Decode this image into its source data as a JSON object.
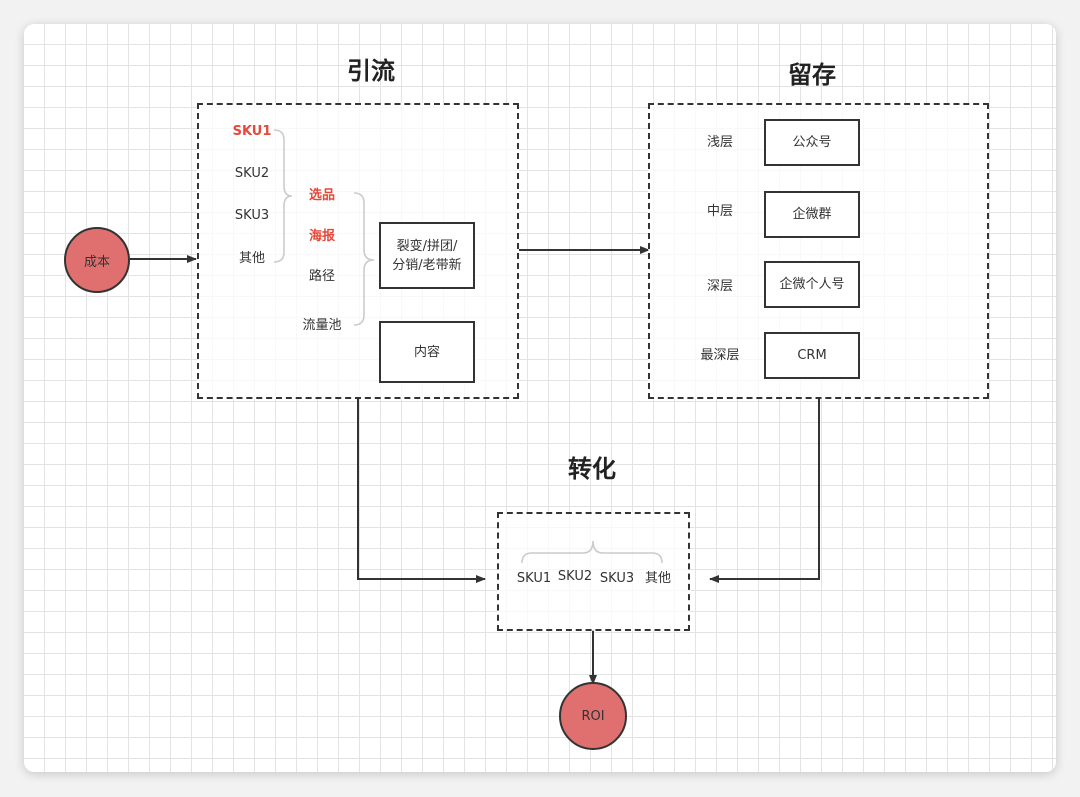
{
  "titles": {
    "yinliu": "引流",
    "liucun": "留存",
    "zhuanhua": "转化"
  },
  "nodes": {
    "cost": "成本",
    "roi": "ROI"
  },
  "yinliu": {
    "sku_list": [
      "SKU1",
      "SKU2",
      "SKU3",
      "其他"
    ],
    "mid_list": [
      "选品",
      "海报",
      "路径",
      "流量池"
    ],
    "box_fission_line1": "裂变/拼团/",
    "box_fission_line2": "分销/老带新",
    "box_content": "内容"
  },
  "liucun": {
    "levels": [
      {
        "label": "浅层",
        "channel": "公众号"
      },
      {
        "label": "中层",
        "channel": "企微群"
      },
      {
        "label": "深层",
        "channel": "企微个人号"
      },
      {
        "label": "最深层",
        "channel": "CRM"
      }
    ]
  },
  "zhuanhua": {
    "items": [
      "SKU1",
      "SKU2",
      "SKU3",
      "其他"
    ]
  },
  "colors": {
    "highlight": "#e5493a",
    "circle_fill": "#e07070",
    "line": "#333333"
  }
}
